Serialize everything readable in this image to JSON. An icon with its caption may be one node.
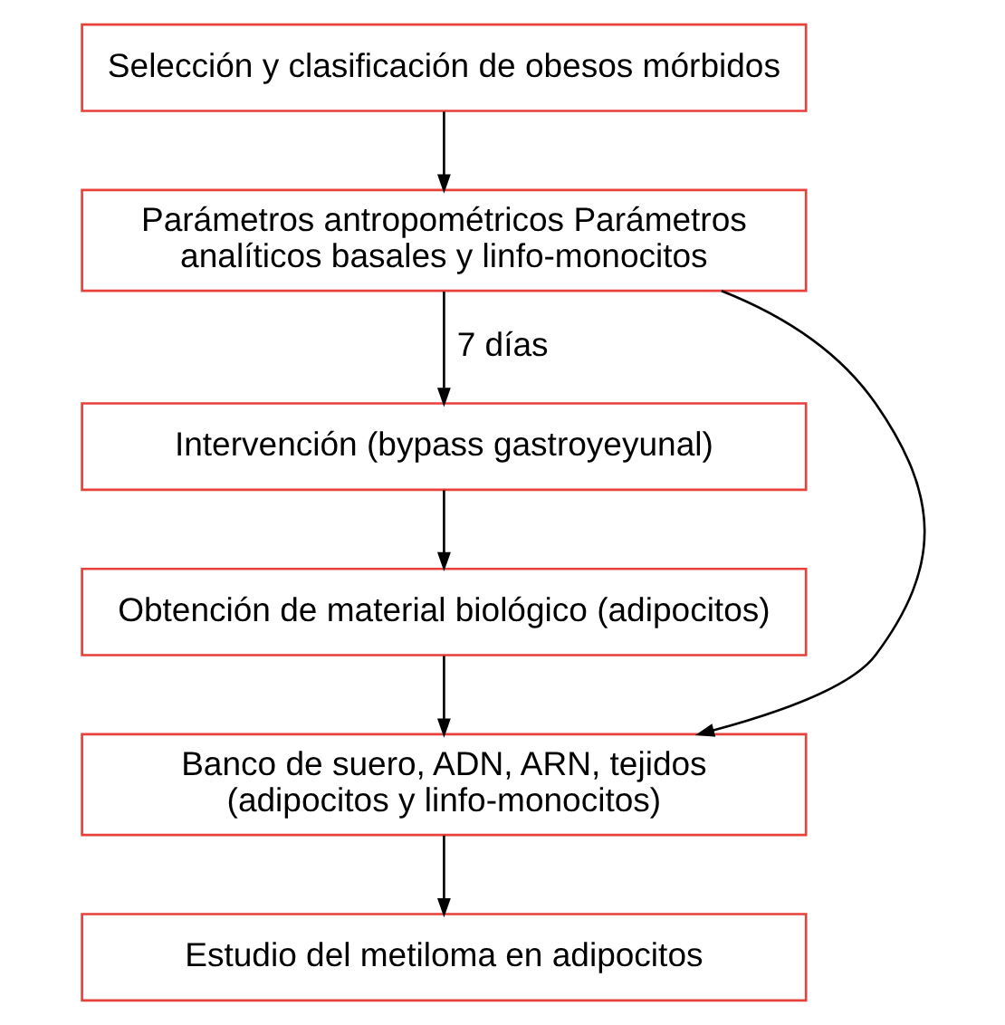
{
  "diagram": {
    "nodes": [
      {
        "text": [
          "Selección y clasificación de obesos mórbidos"
        ]
      },
      {
        "text": [
          "Parámetros antropométricos Parámetros analíticos basales y linfo-monocitos"
        ]
      },
      {
        "text": [
          "Intervención (bypass gastroyeyunal)"
        ]
      },
      {
        "text": [
          "Obtención de material biológico (adipocitos)"
        ]
      },
      {
        "text": [
          "Banco de suero, ADN, ARN, tejidos (adipocitos y linfo-monocitos)"
        ]
      },
      {
        "text": [
          "Estudio del metiloma en adipocitos"
        ]
      }
    ],
    "edges": [
      {
        "from": 0,
        "to": 1,
        "arrow": "to"
      },
      {
        "from": 1,
        "to": 2,
        "arrow": "to",
        "label": "7 días"
      },
      {
        "from": 2,
        "to": 3,
        "arrow": "to"
      },
      {
        "from": 3,
        "to": 4,
        "arrow": "to"
      },
      {
        "from": 4,
        "to": 5,
        "arrow": "to"
      },
      {
        "from": 1,
        "to": 4,
        "arrow": "to"
      }
    ]
  }
}
